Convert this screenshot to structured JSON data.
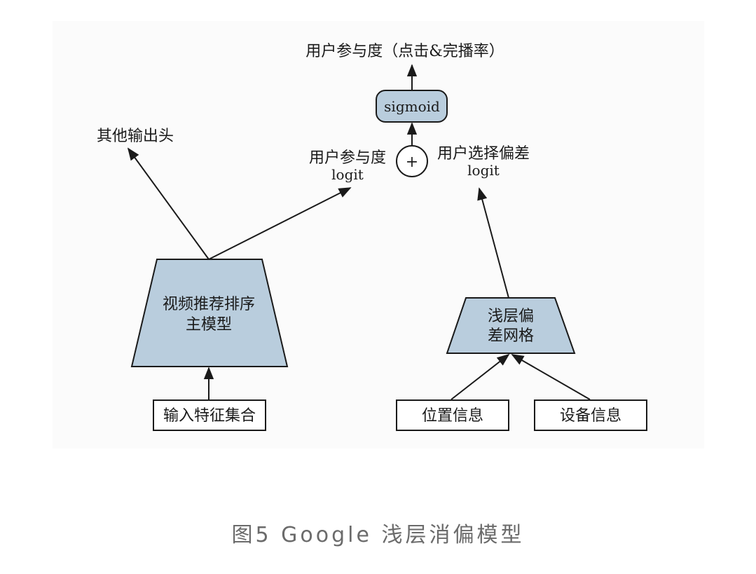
{
  "figure": {
    "caption": "图5 Google 浅层消偏模型",
    "colors": {
      "box_fill": "#b9cddd",
      "stroke": "#1a1a1a",
      "panel": "#fbfbfb"
    }
  },
  "nodes": {
    "user_engagement_top": "用户参与度（点击&完播率）",
    "sigmoid": "sigmoid",
    "plus": "+",
    "other_heads": "其他输出头",
    "engagement_logit_line1": "用户参与度",
    "engagement_logit_line2": "logit",
    "bias_logit_line1": "用户选择偏差",
    "bias_logit_line2": "logit",
    "main_model_line1": "视频推荐排序",
    "main_model_line2": "主模型",
    "shallow_tower_line1": "浅层偏",
    "shallow_tower_line2": "差网格",
    "input_features": "输入特征集合",
    "position_info": "位置信息",
    "device_info": "设备信息"
  }
}
